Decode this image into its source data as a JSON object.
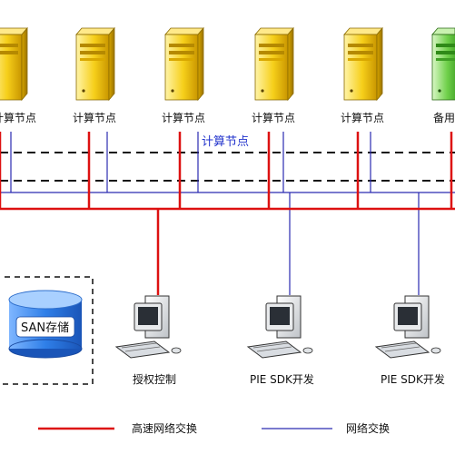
{
  "cluster": {
    "title": "计算节点",
    "nodes": [
      {
        "label": "计算节点",
        "color": "yellow"
      },
      {
        "label": "计算节点",
        "color": "yellow"
      },
      {
        "label": "计算节点",
        "color": "yellow"
      },
      {
        "label": "计算节点",
        "color": "yellow"
      },
      {
        "label": "计算节点",
        "color": "yellow"
      },
      {
        "label": "备用",
        "color": "green"
      }
    ]
  },
  "storage": {
    "label": "SAN存储"
  },
  "workstations": [
    {
      "label": "授权控制"
    },
    {
      "label": "PIE SDK开发"
    },
    {
      "label": "PIE SDK开发"
    }
  ],
  "legend": {
    "high_speed": "高速网络交换",
    "network": "网络交换"
  },
  "colors": {
    "high_speed_line": "#dd1111",
    "network_line": "#2a2ab0",
    "server_yellow": "#f2c200",
    "server_green": "#5cc23a"
  }
}
